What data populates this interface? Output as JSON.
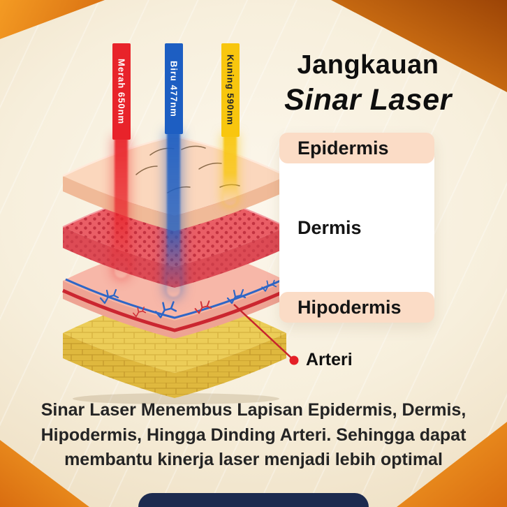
{
  "title": {
    "line1": "Jangkauan",
    "line2": "Sinar Laser"
  },
  "lasers": [
    {
      "label": "Merah 650nm",
      "color": "#e8232a"
    },
    {
      "label": "Biru 477nm",
      "color": "#1d5ec2"
    },
    {
      "label": "Kuning 590nm",
      "color": "#f8c60e"
    }
  ],
  "labels": {
    "epidermis": "Epidermis",
    "dermis": "Dermis",
    "hipodermis": "Hipodermis",
    "arteri": "Arteri"
  },
  "caption": {
    "lines": [
      "Sinar Laser Menembus Lapisan Epidermis, Dermis,",
      "Hipodermis, Hingga Dinding Arteri. Sehingga dapat",
      "membantu kinerja laser menjadi lebih optimal"
    ]
  },
  "colors": {
    "background": "#f7efdc",
    "accent_orange": "#e88a1d",
    "accent_orange_dark": "#9c4406",
    "label_pill": "#fbdcc6",
    "panel": "#ffffff",
    "epidermis_skin": "#fbd7bd",
    "dermis_red": "#ea5e66",
    "hipodermis_pink": "#f7b7a8",
    "fat_yellow": "#eccd58",
    "artery_red": "#cb2630",
    "vein_blue": "#2e66c6",
    "banner_navy": "#1d2b4f"
  }
}
